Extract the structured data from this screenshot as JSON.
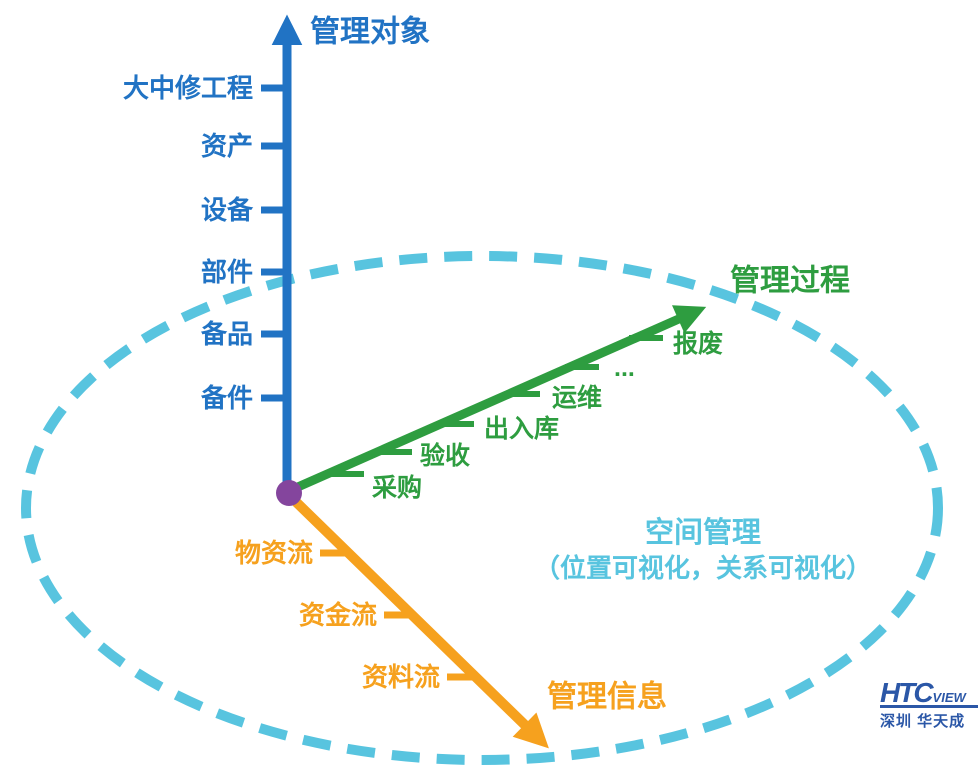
{
  "diagram": {
    "object_axis": {
      "title": "管理对象",
      "items": [
        "大中修工程",
        "资产",
        "设备",
        "部件",
        "备品",
        "备件"
      ]
    },
    "process_axis": {
      "title": "管理过程",
      "items": [
        "采购",
        "验收",
        "出入库",
        "运维",
        "...",
        "报废"
      ]
    },
    "info_axis": {
      "title": "管理信息",
      "items": [
        "物资流",
        "资金流",
        "资料流"
      ]
    },
    "space_management": {
      "title": "空间管理",
      "subtitle": "（位置可视化，关系可视化）"
    }
  },
  "logo": {
    "brand": "HTC",
    "brand_suffix": "VIEW",
    "subtitle": "深圳 华天成"
  },
  "colors": {
    "object_axis_blue": "#2173C4",
    "process_axis_green": "#2E9D40",
    "info_axis_orange": "#F6A11E",
    "ellipse_cyan": "#58C4DF",
    "origin_purple": "#84459D",
    "logo_blue": "#2B57A7"
  }
}
